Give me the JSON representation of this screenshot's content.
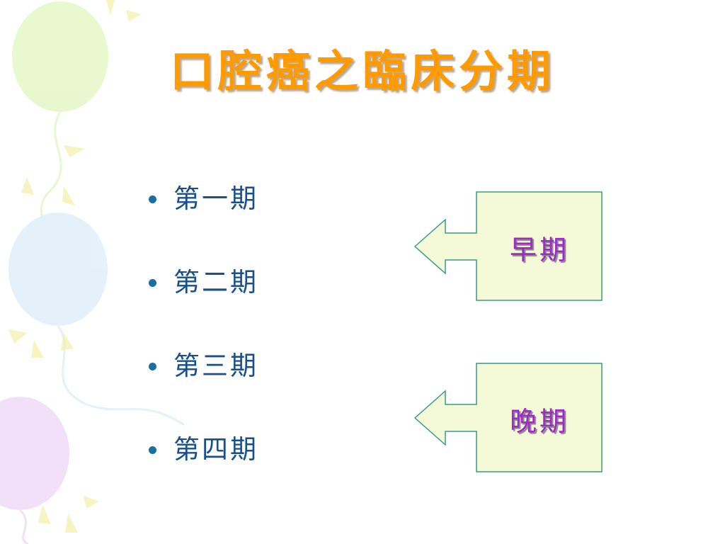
{
  "slide": {
    "title": "口腔癌之臨床分期",
    "bullets": [
      {
        "label": "第一期"
      },
      {
        "label": "第二期"
      },
      {
        "label": "第三期"
      },
      {
        "label": "第四期"
      }
    ],
    "callouts": [
      {
        "label": "早期",
        "color": "#a02ac8"
      },
      {
        "label": "晚期",
        "color": "#a02ac8"
      }
    ]
  },
  "colors": {
    "title": "#ff9a00",
    "bullet_text": "#1a4f8c",
    "callout_fill": "#f4fad8",
    "callout_border": "#3a9a8a"
  }
}
